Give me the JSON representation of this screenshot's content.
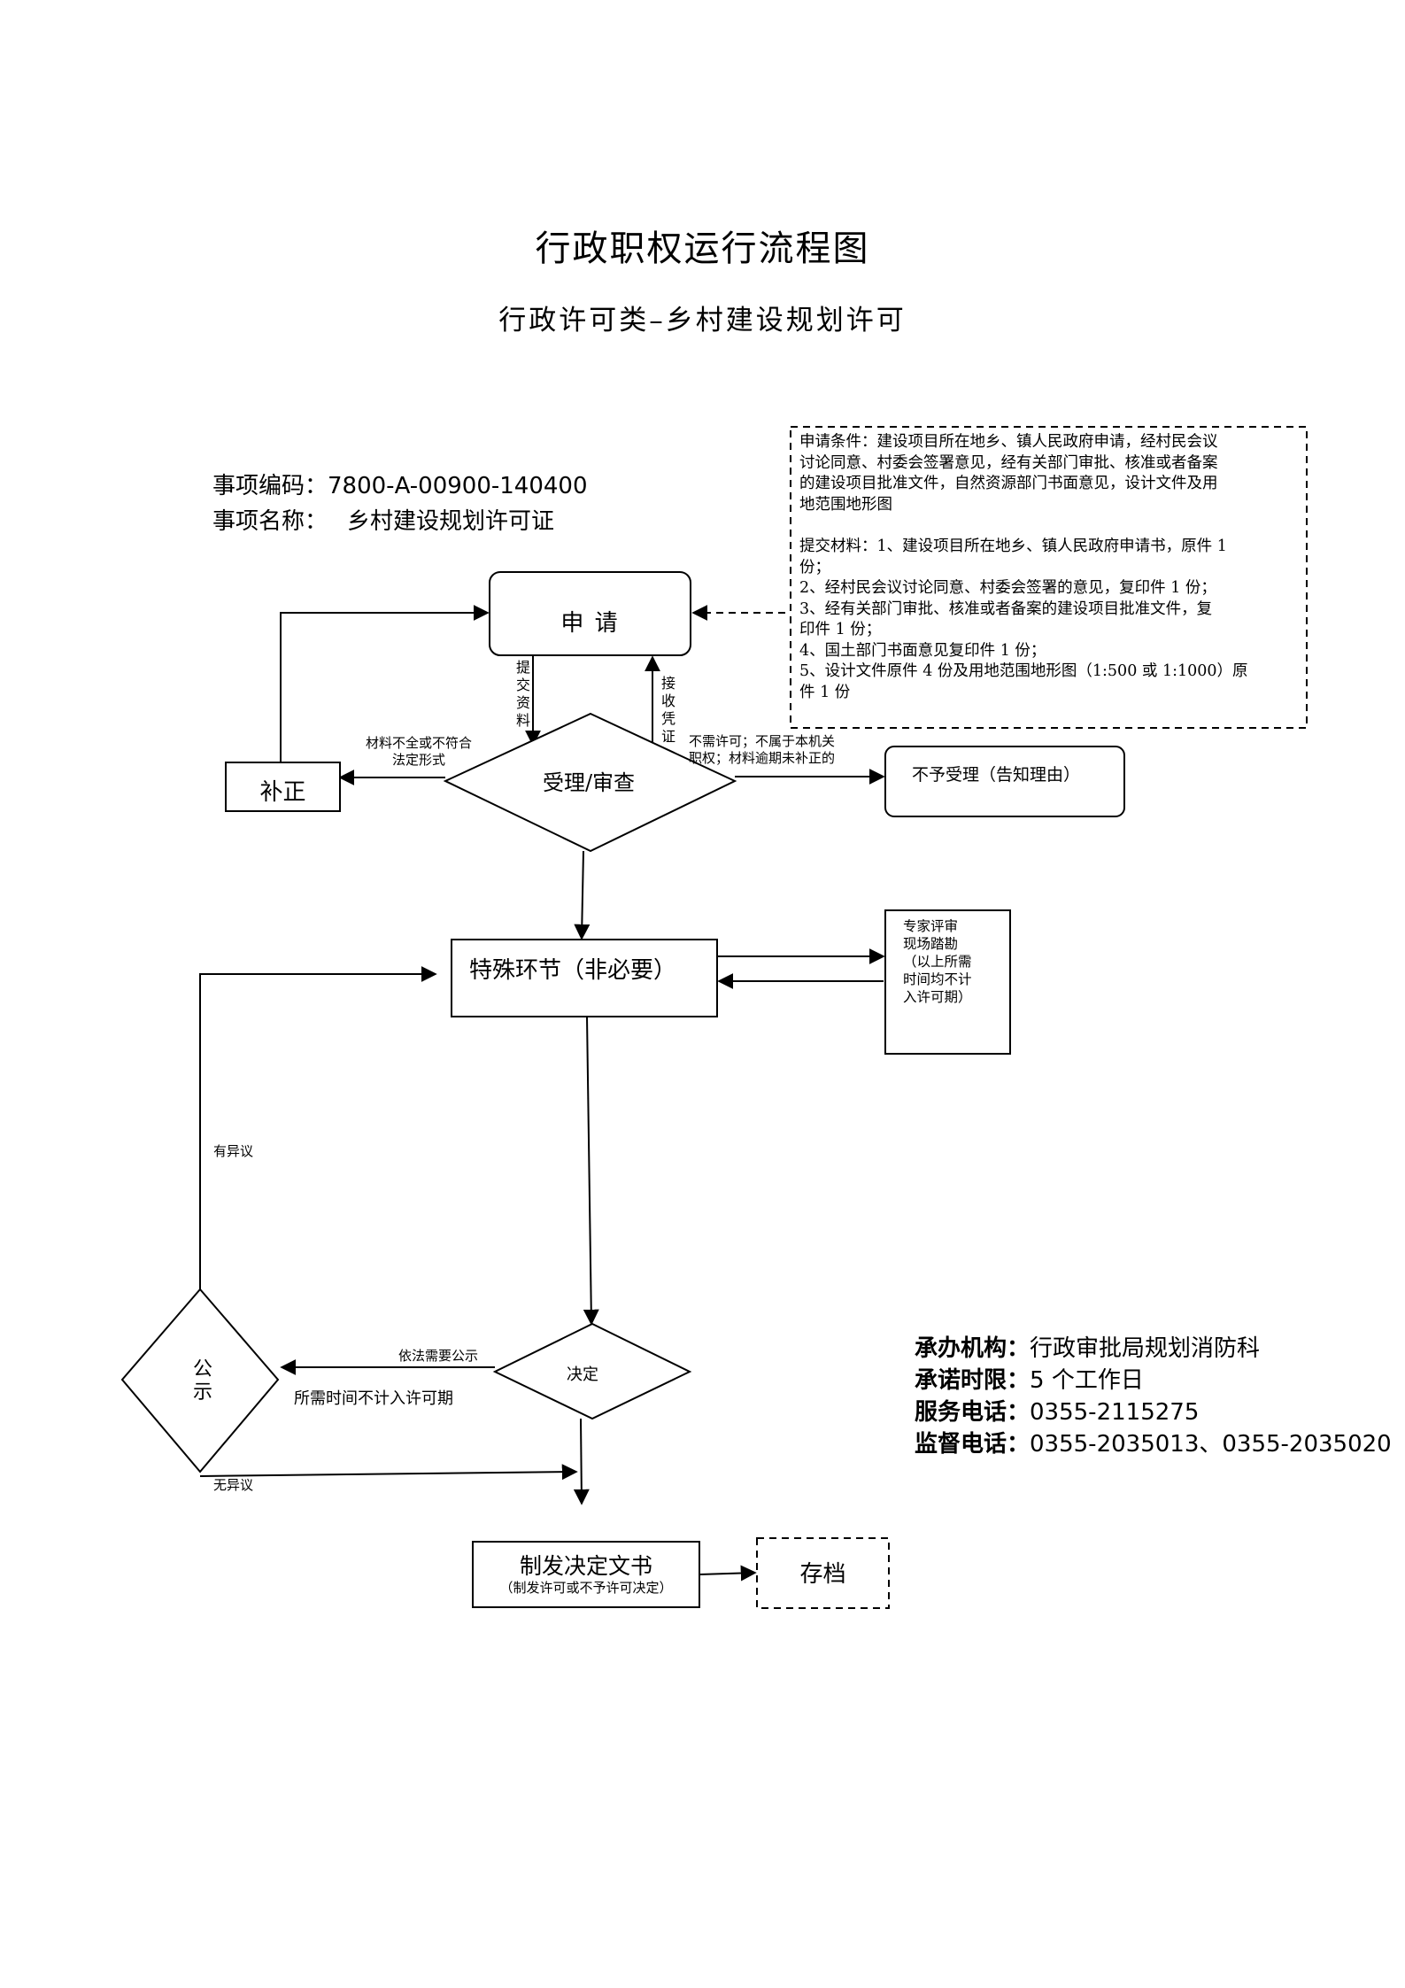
{
  "header": {
    "title": "行政职权运行流程图",
    "subtitle": "行政许可类–乡村建设规划许可"
  },
  "item": {
    "code_label": "事项编码：",
    "code_value": "7800-A-00900-140400",
    "name_label": "事项名称：",
    "name_value": "乡村建设规划许可证"
  },
  "conditions": {
    "line1": "申请条件：建设项目所在地乡、镇人民政府申请，经村民会议",
    "line2": "讨论同意、村委会签署意见，经有关部门审批、核准或者备案",
    "line3": "的建设项目批准文件，自然资源部门书面意见，设计文件及用",
    "line4": "地范围地形图",
    "line5": "提交材料：1、建设项目所在地乡、镇人民政府申请书，原件 1",
    "line6": "份；",
    "line7": "2、经村民会议讨论同意、村委会签署的意见，复印件 1 份；",
    "line8": "3、经有关部门审批、核准或者备案的建设项目批准文件，复",
    "line9": "印件 1 份；",
    "line10": "4、国土部门书面意见复印件 1 份；",
    "line11": "5、设计文件原件 4 份及用地范围地形图（1:500 或 1:1000）原",
    "line12": "件 1 份"
  },
  "nodes": {
    "apply": "申 请",
    "submit_v": [
      "提",
      "交",
      "资",
      "料"
    ],
    "receipt_v": [
      "接",
      "收",
      "凭",
      "证"
    ],
    "review": "受理/审查",
    "correct": "补正",
    "correct_cond_1": "材料不全或不符合",
    "correct_cond_2": "法定形式",
    "reject_cond_1": "不需许可；不属于本机关",
    "reject_cond_2": "职权；材料逾期未补正的",
    "reject": "不予受理（告知理由）",
    "special": "特殊环节（非必要）",
    "expert_1": "专家评审",
    "expert_2": "现场踏勘",
    "expert_3": "（以上所需",
    "expert_4": "时间均不计",
    "expert_5": "入许可期）",
    "objection": "有异议",
    "decision": "决定",
    "publicity_1": "公",
    "publicity_2": "示",
    "publicity_need": "依法需要公示",
    "publicity_time": "所需时间不计入许可期",
    "no_objection": "无异议",
    "issue": "制发决定文书",
    "issue_sub": "（制发许可或不予许可决定）",
    "archive": "存档"
  },
  "info": {
    "org_label": "承办机构：",
    "org_value": "行政审批局规划消防科",
    "time_label": "承诺时限：",
    "time_value": "5 个工作日",
    "phone_label": "服务电话：",
    "phone_value": "0355-2115275",
    "supervise_label": "监督电话：",
    "supervise_value": "0355-2035013、0355-2035020"
  }
}
